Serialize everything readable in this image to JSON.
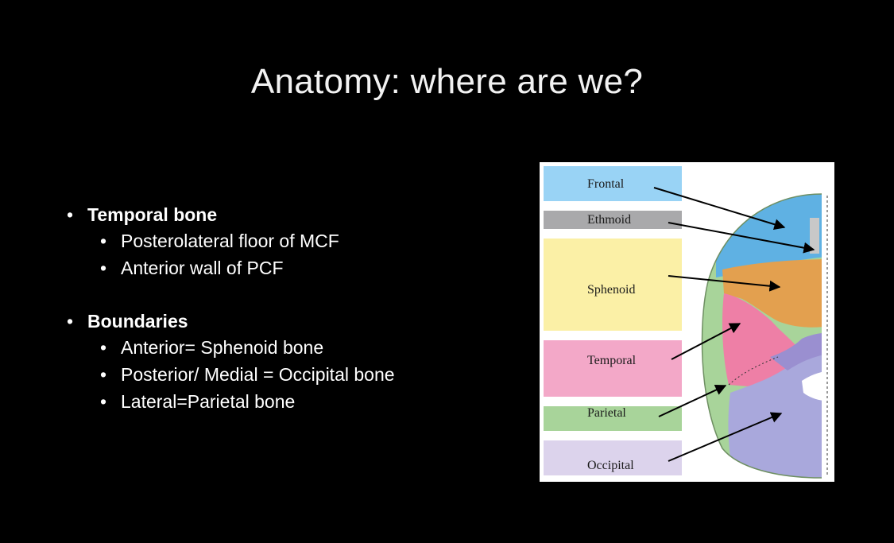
{
  "slide": {
    "title": "Anatomy: where are we?",
    "sections": [
      {
        "heading": "Temporal bone",
        "items": [
          "Posterolateral floor of MCF",
          "Anterior wall of PCF"
        ]
      },
      {
        "heading": "Boundaries",
        "items": [
          "Anterior= Sphenoid bone",
          "Posterior/ Medial = Occipital bone",
          "Lateral=Parietal bone"
        ]
      }
    ]
  },
  "figure": {
    "labels": [
      {
        "text": "Frontal",
        "color": "#99d3f5"
      },
      {
        "text": "Ethmoid",
        "color": "#a9a9ab"
      },
      {
        "text": "Sphenoid",
        "color": "#fbf0a6"
      },
      {
        "text": "Temporal",
        "color": "#f3a8c8"
      },
      {
        "text": "Parietal",
        "color": "#a8d49a"
      },
      {
        "text": "Occipital",
        "color": "#dcd3ec"
      }
    ]
  }
}
